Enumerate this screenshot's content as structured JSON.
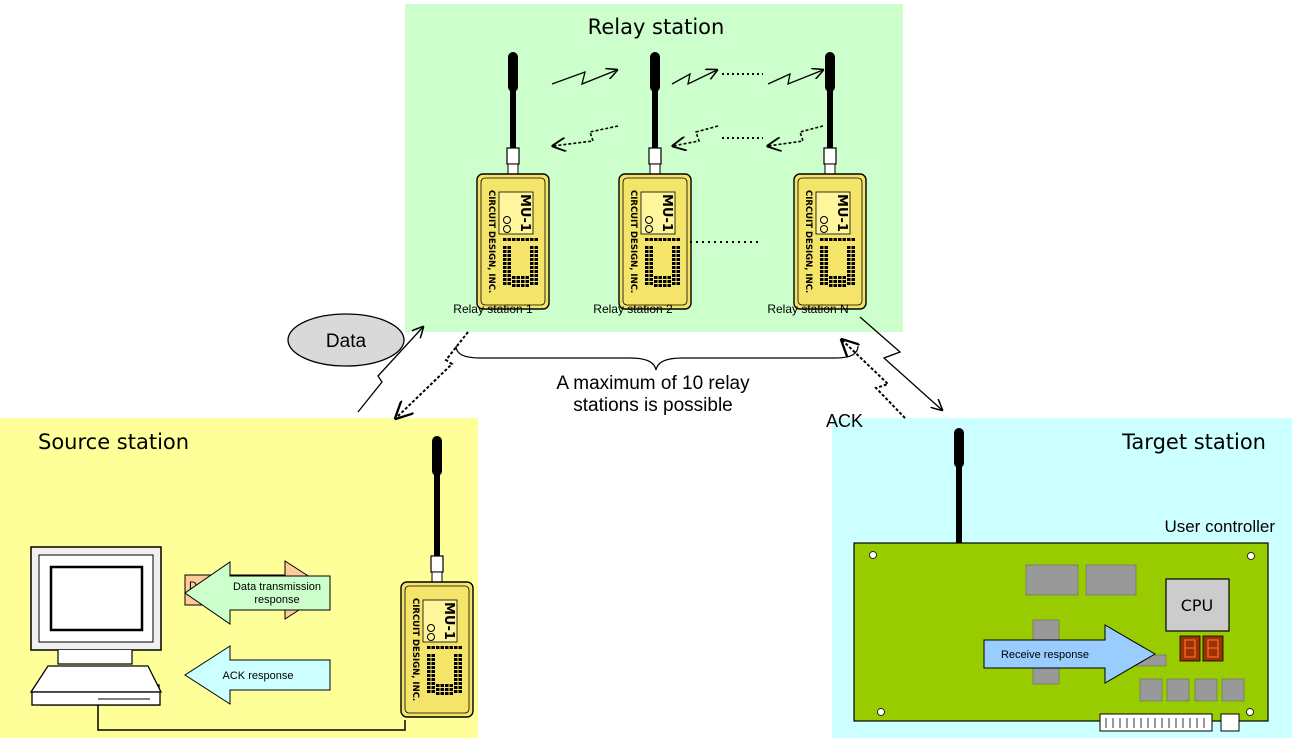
{
  "relay_panel": {
    "title": "Relay station",
    "station_labels": [
      "Relay station 1",
      "Relay station 2",
      "Relay station N"
    ],
    "color": "#ccffcc"
  },
  "source_panel": {
    "title": "Source station",
    "arrows": {
      "command": "Data transmission\ncommand",
      "response": "Data transmission\nresponse",
      "ack": "ACK response"
    },
    "color": "#ffff99"
  },
  "target_panel": {
    "title": "Target station",
    "controller_label": "User controller",
    "cpu_label": "CPU",
    "receive_label": "Receive response",
    "color": "#ccffff"
  },
  "data_bubble": "Data",
  "ack_label": "ACK",
  "max_relay_note": "A maximum of 10 relay\nstations is possible",
  "module": {
    "model": "MU-1",
    "brand": "CIRCUIT DESIGN, INC."
  },
  "colors": {
    "module_yellow": "#f5e46a",
    "board_green": "#99cc00",
    "arrow_orange": "#ffcc99",
    "arrow_green": "#ccffcc",
    "arrow_blue": "#99ccff",
    "arrow_cyan": "#ccffff",
    "bubble_gray": "#d9d9d9"
  },
  "icons": [
    "radio-module-icon",
    "antenna-icon",
    "computer-icon",
    "cpu-chip-icon",
    "wireless-signal-icon"
  ]
}
